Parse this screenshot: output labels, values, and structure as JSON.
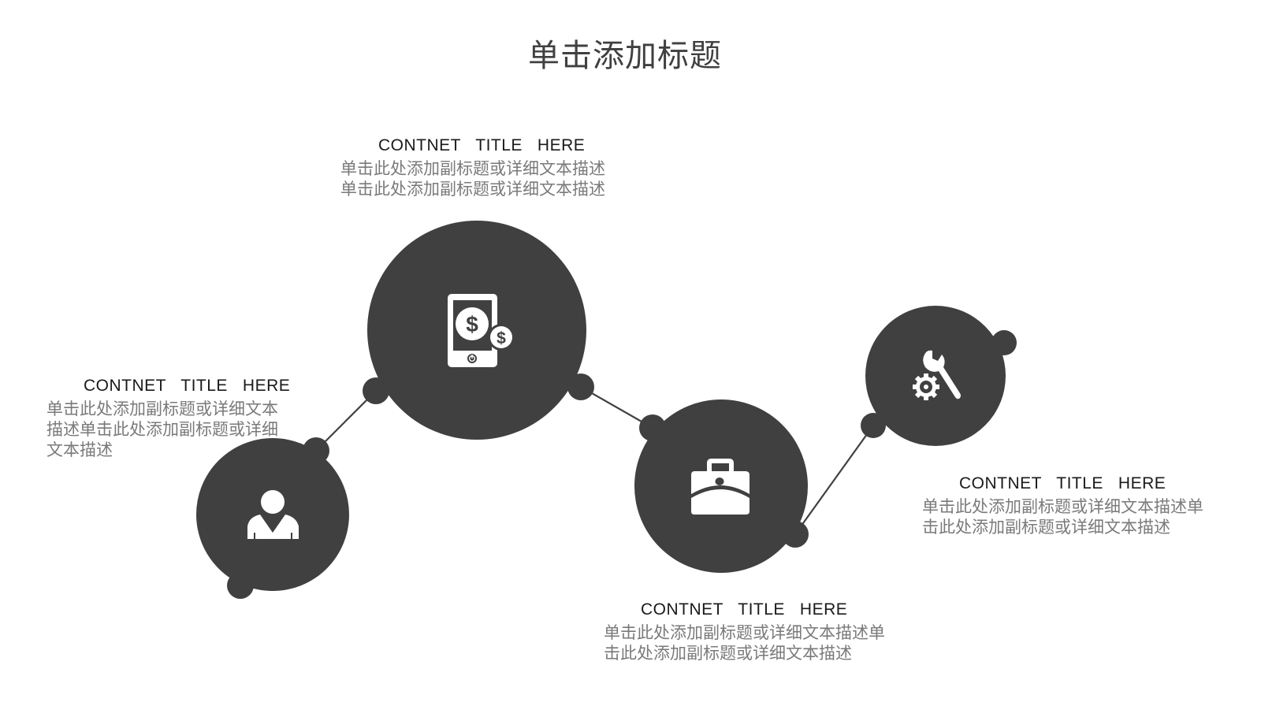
{
  "slide": {
    "title": "单击添加标题",
    "colors": {
      "circle": "#404040",
      "icon": "#ffffff",
      "heading": "#1a1a1a",
      "body": "#7a7a7a",
      "background": "#ffffff"
    }
  },
  "items": [
    {
      "heading": "CONTNET   TITLE   HERE",
      "lines": [
        "单击此处添加副标题或详细文本",
        "描述单击此处添加副标题或详细",
        "文本描述"
      ],
      "icon": "person-icon"
    },
    {
      "heading": "CONTNET   TITLE   HERE",
      "lines": [
        "单击此处添加副标题或详细文本描述",
        "单击此处添加副标题或详细文本描述"
      ],
      "icon": "mobile-payment-icon"
    },
    {
      "heading": "CONTNET   TITLE   HERE",
      "lines": [
        "单击此处添加副标题或详细文本描述单",
        "击此处添加副标题或详细文本描述"
      ],
      "icon": "briefcase-icon"
    },
    {
      "heading": "CONTNET   TITLE   HERE",
      "lines": [
        "单击此处添加副标题或详细文本描述单",
        "击此处添加副标题或详细文本描述"
      ],
      "icon": "wrench-gear-icon"
    }
  ]
}
